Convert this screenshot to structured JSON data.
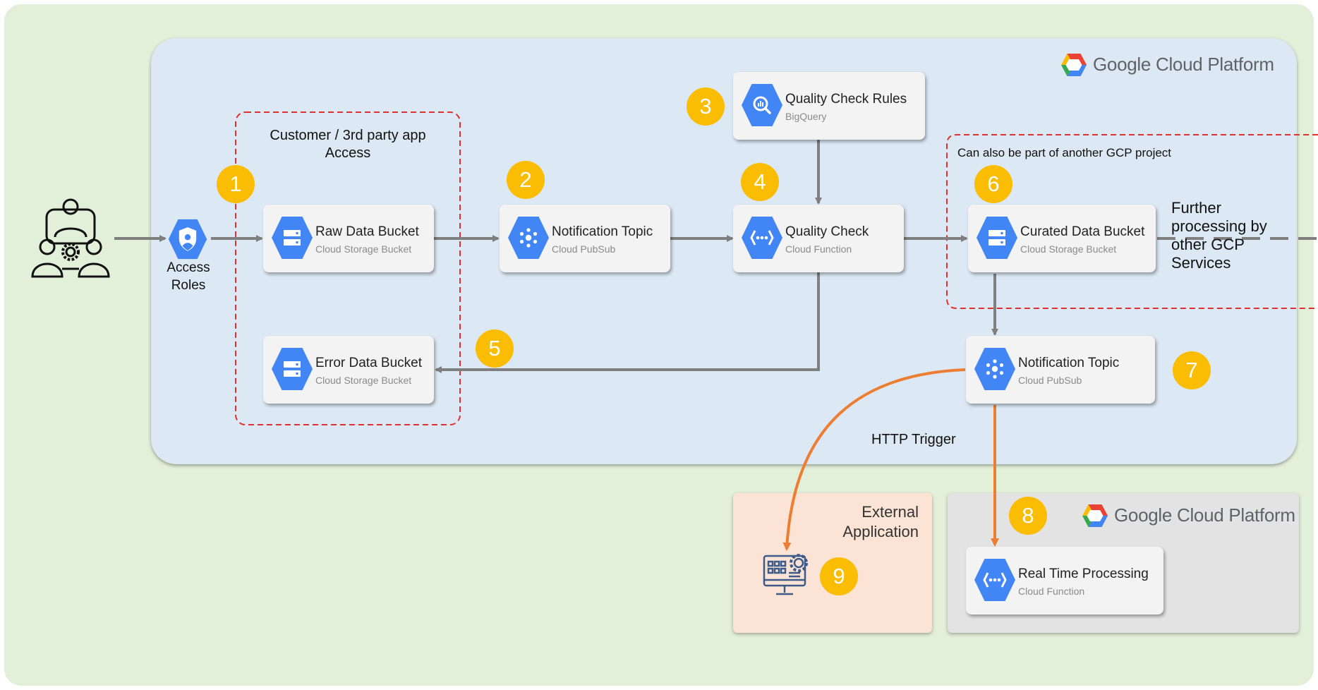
{
  "gcp_logo_text": "Google Cloud Platform",
  "actor": {
    "label_line1": "Access",
    "label_line2": "Roles"
  },
  "groups": {
    "customer_access": {
      "line1": "Customer / 3rd party app",
      "line2": "Access"
    },
    "other_project": "Can also be part of another GCP project",
    "further_processing": [
      "Further",
      "processing by",
      "other GCP",
      "Services"
    ],
    "external_app": {
      "line1": "External",
      "line2": "Application"
    },
    "http_trigger": "HTTP Trigger"
  },
  "nodes": {
    "raw_bucket": {
      "title": "Raw Data Bucket",
      "subtitle": "Cloud Storage Bucket"
    },
    "error_bucket": {
      "title": "Error Data Bucket",
      "subtitle": "Cloud Storage Bucket"
    },
    "notification_topic_1": {
      "title": "Notification Topic",
      "subtitle": "Cloud PubSub"
    },
    "quality_rules": {
      "title": "Quality Check Rules",
      "subtitle": "BigQuery"
    },
    "quality_check": {
      "title": "Quality Check",
      "subtitle": "Cloud Function"
    },
    "curated_bucket": {
      "title": "Curated Data Bucket",
      "subtitle": "Cloud Storage Bucket"
    },
    "notification_topic_2": {
      "title": "Notification Topic",
      "subtitle": "Cloud PubSub"
    },
    "realtime": {
      "title": "Real Time Processing",
      "subtitle": "Cloud Function"
    }
  },
  "badges": [
    "1",
    "2",
    "3",
    "4",
    "5",
    "6",
    "7",
    "8",
    "9"
  ],
  "colors": {
    "badge": "#fbbc04",
    "gcp_blue": "#4285f4",
    "arrow_gray": "#7f7f7f",
    "arrow_orange": "#ed7d31",
    "dashed_red": "#e03030",
    "outer_bg": "#e2efd9",
    "gcp_bg": "#dce9f5",
    "external_bg": "#fbe4d5"
  }
}
